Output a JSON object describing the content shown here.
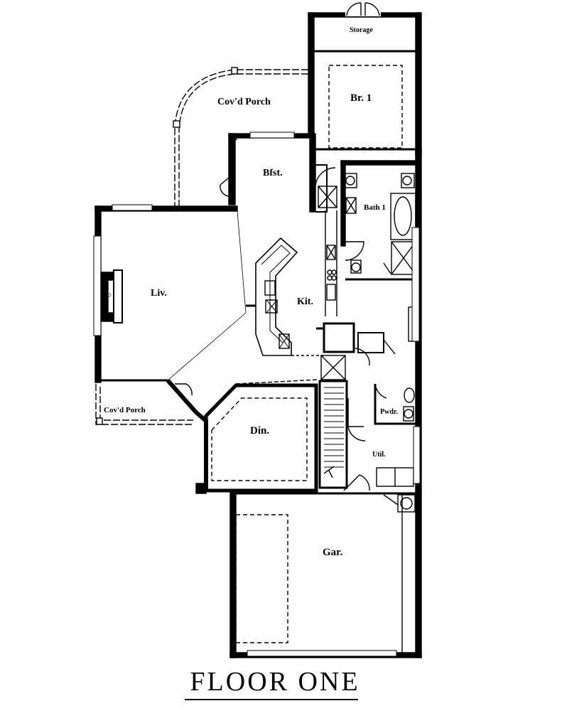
{
  "title": "FLOOR ONE",
  "rooms": {
    "storage": "Storage",
    "br1": "Br. 1",
    "porch_upper": "Cov'd Porch",
    "bfst": "Bfst.",
    "bath1": "Bath 1",
    "liv": "Liv.",
    "kit": "Kit.",
    "porch_lower": "Cov'd Porch",
    "pwdr": "Pwdr.",
    "din": "Din.",
    "util": "Util.",
    "gar": "Gar."
  },
  "colors": {
    "line": "#000000",
    "background": "#ffffff"
  }
}
